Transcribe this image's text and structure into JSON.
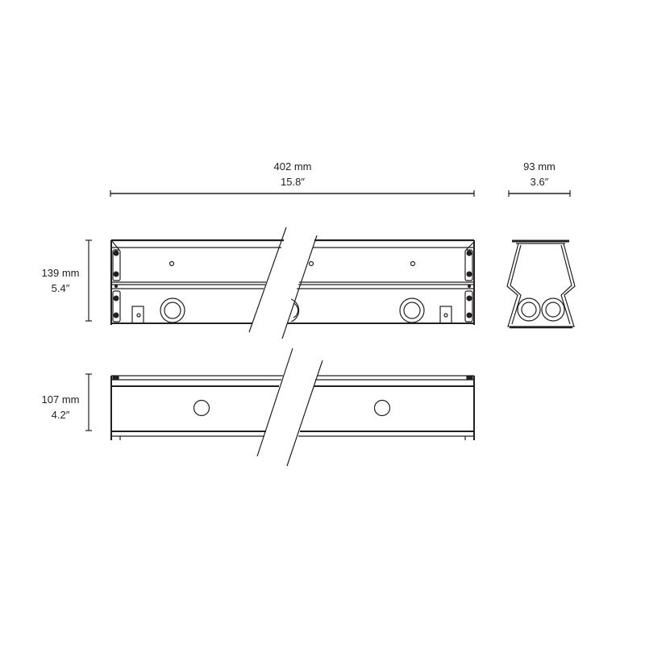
{
  "dimensions": {
    "length": {
      "metric": "402 mm",
      "imperial": "15.8″"
    },
    "width": {
      "metric": "93 mm",
      "imperial": "3.6″"
    },
    "height_front": {
      "metric": "139 mm",
      "imperial": "5.4″"
    },
    "height_back": {
      "metric": "107 mm",
      "imperial": "4.2″"
    }
  },
  "views": {
    "front": "front-elevation",
    "side": "side-elevation",
    "rear": "rear-elevation"
  },
  "colors": {
    "line": "#231f20",
    "background": "#ffffff"
  }
}
